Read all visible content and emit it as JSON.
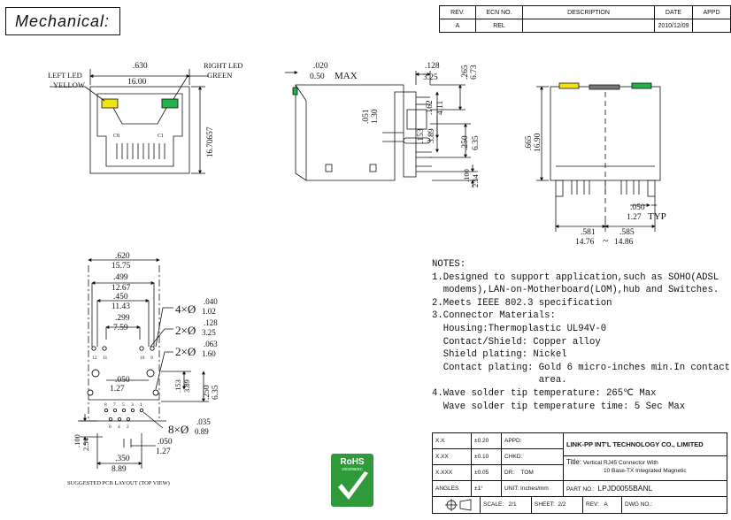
{
  "header": {
    "title": "Mechanical:"
  },
  "revision_table": {
    "headers": [
      "REV.",
      "ECN NO.",
      "DESCRIPTION",
      "DATE",
      "APPD"
    ],
    "row": [
      "A",
      "REL",
      "",
      "2010/12/09",
      ""
    ]
  },
  "front_view": {
    "width_top": ".630",
    "width_bottom": "16.00",
    "height_top": ".657",
    "height_bottom": "16.70",
    "left_led_line1": "LEFT LED",
    "left_led_line2": "YELLOW",
    "right_led_line1": "RIGHT LED",
    "right_led_line2": "GREEN",
    "pin_c8": "C8",
    "pin_c1": "C1",
    "led_left_color": "#f2e218",
    "led_right_color": "#22b24a"
  },
  "side_view": {
    "dim_020_top": ".020",
    "dim_020_bottom": "0.50",
    "max_label": "MAX",
    "dim_128_top": ".128",
    "dim_128_bottom": "3.25",
    "dim_265_top": ".265",
    "dim_265_bottom": "6.73",
    "dim_051_top": ".051",
    "dim_051_bottom": "1.30",
    "dim_162_top": ".162",
    "dim_162_bottom": "4.11",
    "dim_153_top": ".153",
    "dim_153_bottom": "3.89",
    "dim_250_top": ".250",
    "dim_250_bottom": "6.35",
    "dim_100_top": ".100",
    "dim_100_bottom": "2.54"
  },
  "rear_view": {
    "dim_665_top": ".665",
    "dim_665_bottom": "16.90",
    "dim_050_top": ".050",
    "dim_050_bottom": "1.27",
    "typ_label": "TYP",
    "dim_581_top": ".581",
    "dim_581_bottom": "14.76",
    "tilde": "~",
    "dim_585_top": ".585",
    "dim_585_bottom": "14.86"
  },
  "pcb_layout": {
    "dim_620_top": ".620",
    "dim_620_bottom": "15.75",
    "dim_499_top": ".499",
    "dim_499_bottom": "12.67",
    "dim_450_top": ".450",
    "dim_450_bottom": "11.43",
    "dim_299_top": ".299",
    "dim_299_bottom": "7.59",
    "hole_4x_prefix": "4×Ø",
    "hole_4x_top": ".040",
    "hole_4x_bottom": "1.02",
    "hole_2x_a_prefix": "2×Ø",
    "hole_2x_a_top": ".128",
    "hole_2x_a_bottom": "3.25",
    "hole_2x_b_prefix": "2×Ø",
    "hole_2x_b_top": ".063",
    "hole_2x_b_bottom": "1.60",
    "hole_8x_prefix": "8×Ø",
    "hole_8x_top": ".035",
    "hole_8x_bottom": "0.89",
    "dim_050_top": ".050",
    "dim_050_bottom": "1.27",
    "dim_153_top": ".153",
    "dim_153_bottom": "3.89",
    "dim_250_top": ".250",
    "dim_250_bottom": "6.35",
    "dim_100_top": ".100",
    "dim_100_bottom": "2.54",
    "dim_050b_top": ".050",
    "dim_050b_bottom": "1.27",
    "dim_350_top": ".350",
    "dim_350_bottom": "8.89",
    "pin_labels_top": [
      "12",
      "11",
      "10",
      "9"
    ],
    "pin_labels_row1": [
      "8",
      "7",
      "5",
      "3",
      "1"
    ],
    "pin_labels_row2": [
      "6",
      "4",
      "2"
    ],
    "caption": "SUGGESTED PCB LAYOUT (TOP VIEW)"
  },
  "notes": {
    "heading": "NOTES:",
    "lines": [
      "1.Designed to support application,such as SOHO(ADSL",
      "  modems),LAN-on-Motherboard(LOM),hub and Switches.",
      "2.Meets IEEE 802.3 specification",
      "3.Connector Materials:",
      "  Housing:Thermoplastic UL94V-0",
      "  Contact/Shield: Copper alloy",
      "  Shield plating: Nickel",
      "  Contact plating: Gold 6 micro-inches min.In contact",
      "                   area.",
      "4.Wave solder tip temperature: 265℃ Max",
      "  Wave solder tip temperature time: 5 Sec Max"
    ]
  },
  "rohs": {
    "title": "RoHS",
    "subtitle": "2002/95/EC",
    "color": "#2e9a3a"
  },
  "title_block": {
    "tol_x": "X.X",
    "tol_x_val": "±0.20",
    "tol_xx": "X.XX",
    "tol_xx_val": "±0.10",
    "tol_xxx": "X.XXX",
    "tol_xxx_val": "±0.05",
    "angles": "ANGLES",
    "angles_val": "±1°",
    "appd": "APPD:",
    "chkd": "CHKD:",
    "dr": "DR:",
    "dr_val": "TOM",
    "unit": "UNIT: Inches/mm",
    "company": "LINK-PP INT'L TECHNOLOGY CO., LIMITED",
    "title_label": "Title:",
    "title_line1": "Vertical RJ45 Connector With",
    "title_line2": "10 Base-TX Integrated Magnetic",
    "part_no_label": "PART NO.:",
    "part_no": "LPJD0055BANL",
    "scale_label": "SCALE:",
    "scale_val": "2/1",
    "sheet_label": "SHEET:",
    "sheet_val": "2/2",
    "rev_label": "REV:",
    "rev_val": "A",
    "dwg_label": "DWG NO.:"
  }
}
